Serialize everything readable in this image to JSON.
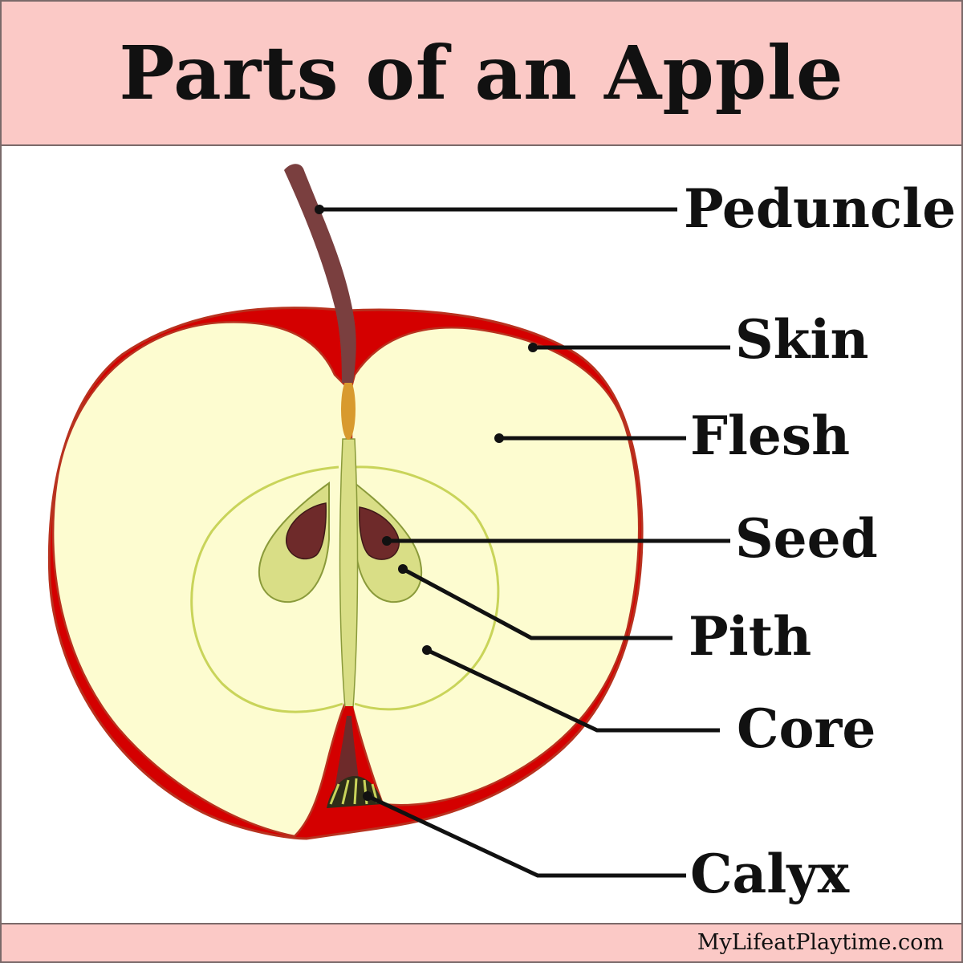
{
  "title": "Parts of an Apple",
  "credit": "MyLifeatPlaytime.com",
  "labels": {
    "peduncle": "Peduncle",
    "skin": "Skin",
    "flesh": "Flesh",
    "seed": "Seed",
    "pith": "Pith",
    "core": "Core",
    "calyx": "Calyx"
  },
  "colors": {
    "header_bg": "#fbc9c6",
    "skin": "#d40000",
    "skin_outline": "#b8321f",
    "flesh": "#fdfcd0",
    "core_line": "#c9d45a",
    "pith": "#d9de86",
    "seed": "#6e2a2a",
    "stem": "#7a3f3f",
    "calyx": "#2e2e18"
  }
}
